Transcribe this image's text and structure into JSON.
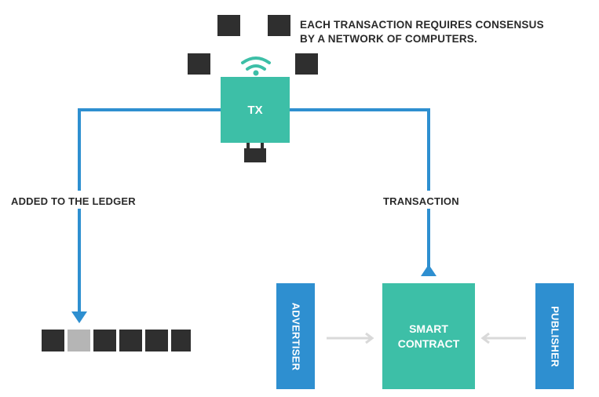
{
  "caption": {
    "line1": "EACH TRANSACTION REQUIRES CONSENSUS",
    "line2": "BY A NETWORK OF COMPUTERS."
  },
  "nodes": {
    "tx": "TX",
    "contract_line1": "SMART",
    "contract_line2": "CONTRACT",
    "advertiser": "ADVERTISER",
    "publisher": "PUBLISHER"
  },
  "edge_labels": {
    "ledger": "ADDED TO THE LEDGER",
    "transaction": "TRANSACTION"
  },
  "colors": {
    "teal": "#3dbfa7",
    "blue": "#2e8fd0",
    "dark_square": "#2f2f2f",
    "highlight_block": "#b5b5b5",
    "gray_arrow": "#d9d9d9"
  },
  "icons": [
    "wifi-icon",
    "lock-icon"
  ]
}
